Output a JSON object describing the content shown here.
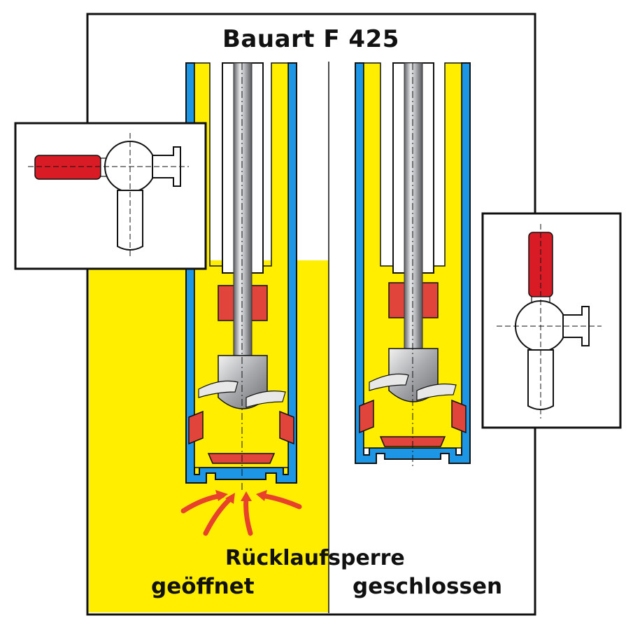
{
  "title": "Bauart F 425",
  "caption": "Rücklaufsperre",
  "states": {
    "left": "geöffnet",
    "right": "geschlossen"
  },
  "colors": {
    "fluid": "#ffee00",
    "housing_wall": "#1e96e6",
    "seal": "#e0443a",
    "handle": "#d81b25",
    "flow_arrow": "#e8412c",
    "outline": "#111111",
    "background": "#ffffff"
  },
  "icons": {
    "inset_left": "valve-handle-horizontal-icon",
    "inset_right": "valve-handle-vertical-icon",
    "flow": "flow-arrow-icon"
  }
}
